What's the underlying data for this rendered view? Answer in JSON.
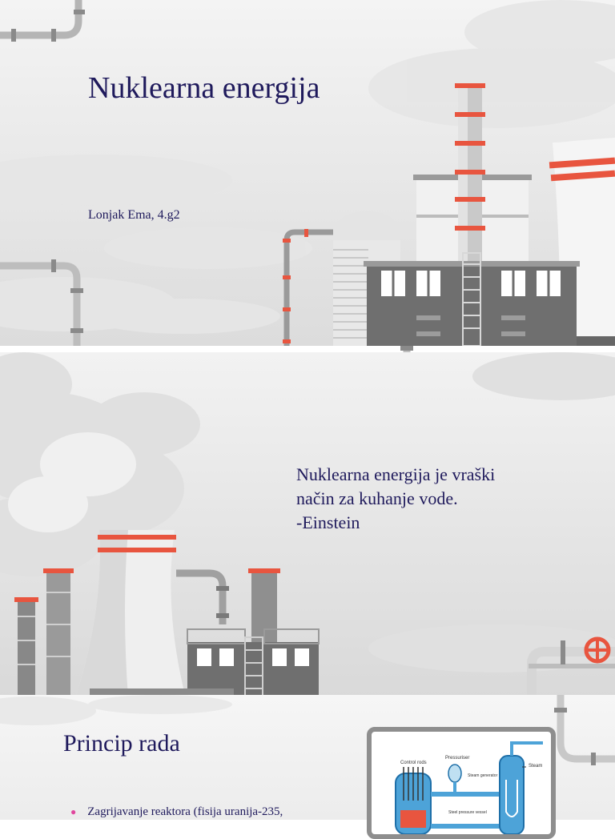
{
  "slide1": {
    "title": "Nuklearna energija",
    "author": "Lonjak Ema, 4.g2"
  },
  "slide2": {
    "quote": "Nuklearna energija je vraški\nnačin za kuhanje vode.\n-Einstein"
  },
  "slide3": {
    "title": "Princip rada",
    "bullet": "Zagrijavanje reaktora (fisija uranija-235,",
    "diagram_labels": {
      "control_rods": "Control rods",
      "pressuriser": "Pressuriser",
      "steam": "Steam",
      "steam_generator": "Steam generator",
      "steel_pressure_vessel": "Steel pressure vessel"
    }
  },
  "colors": {
    "title_text": "#1f1a5c",
    "accent_red": "#e8553f",
    "bullet_pink": "#e0479e",
    "pipe_gray": "#b0b0b0",
    "building_gray": "#6f6f6f"
  }
}
